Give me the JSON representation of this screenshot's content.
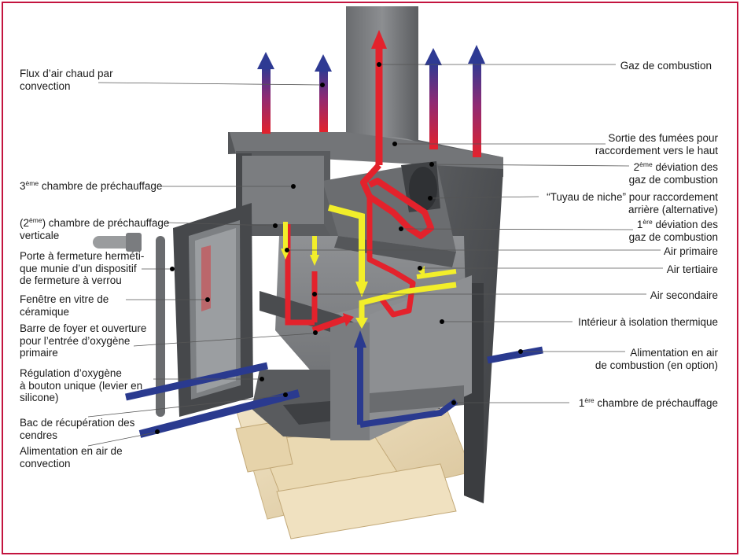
{
  "colors": {
    "border": "#c3143f",
    "hot_air": "#e3222c",
    "cold_air": "#2a3a8f",
    "yellow_air": "#f2ee2a",
    "steel_dark": "#4d4f52",
    "steel_mid": "#6e7073",
    "steel_light": "#9a9c9e",
    "wood": "#e9d9b8"
  },
  "icons": [
    "arrow-up-icon",
    "stove-icon",
    "wood-logs-icon"
  ],
  "labels": {
    "flux_air_chaud": "Flux d’air chaud par\nconvection",
    "chambre3": "chambre de préchauffage",
    "chambre3_sup": "ème",
    "chambre3_num": "3",
    "chambre2_num": "(2",
    "chambre2_sup": "ème",
    "chambre2_rest": ") chambre de préchauffage\nverticale",
    "porte": "Porte à fermeture hermé­ti-\nque munie d’un dispositif\nde fermeture à verrou",
    "fenetre": "Fenêtre en vitre de\ncéramique",
    "barre": "Barre de foyer et ouverture\npour l’entrée d’oxygène\nprimaire",
    "regulation": "Régulation d’oxygène\nà bouton unique (levier en\nsilicone)",
    "bac": "Bac de récupération des\ncendres",
    "alim_convection": "Alimentation en air de\nconvection",
    "gaz_combustion": "Gaz de combustion",
    "sortie_fumees": "Sortie des fumées pour\nraccordement vers le haut",
    "deviation2_num": "2",
    "deviation2_sup": "ème",
    "deviation2_rest": " déviation des\ngaz de combustion",
    "tuyau_niche": "“Tuyau de niche” pour raccordement\narrière (alternative)",
    "deviation1_num": "1",
    "deviation1_sup": "ère",
    "deviation1_rest": " déviation des\ngaz de combustion",
    "air_primaire": "Air primaire",
    "air_tertiaire": "Air tertiaire",
    "air_secondaire": "Air secondaire",
    "interieur": "Intérieur à isolation thermique",
    "alim_combustion": "Alimentation en air\nde combustion (en option)",
    "chambre1_num": "1",
    "chambre1_sup": "ère",
    "chambre1_rest": " chambre de préchauffage"
  }
}
